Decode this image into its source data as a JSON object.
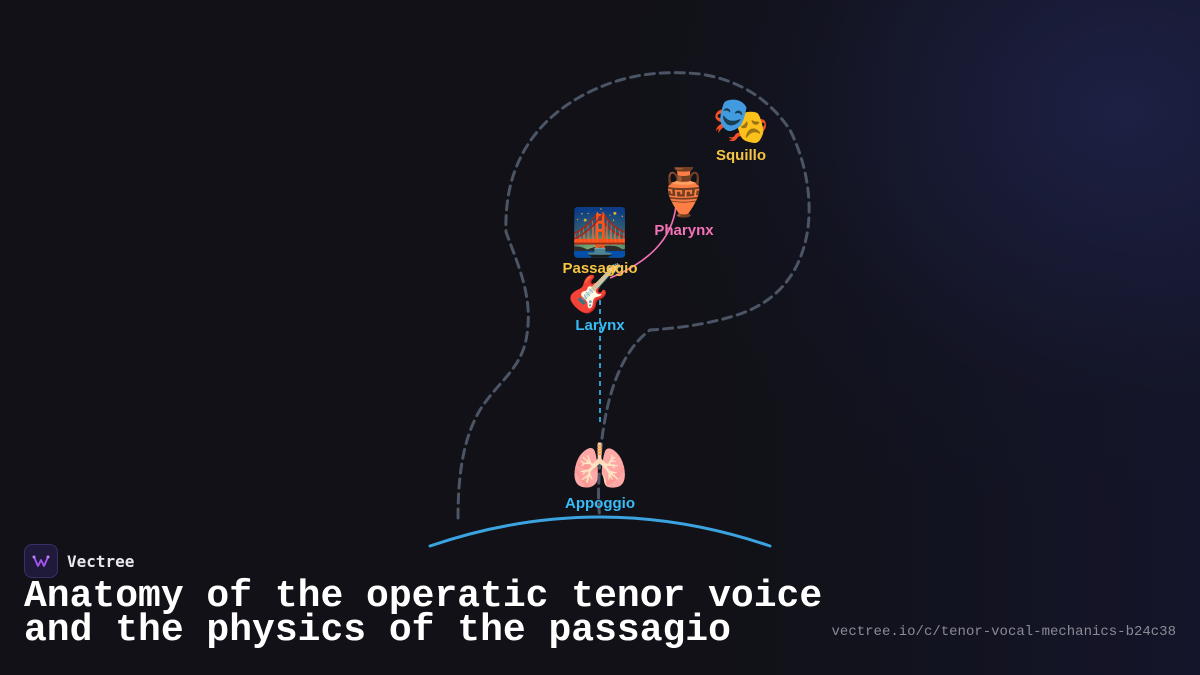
{
  "diagram": {
    "nodes": [
      {
        "id": "squillo",
        "icon": "performing-arts-masks",
        "emoji": "🎭",
        "label": "Squillo",
        "color": "#f5c542"
      },
      {
        "id": "pharynx",
        "icon": "amphora",
        "emoji": "🏺",
        "label": "Pharynx",
        "color": "#f472b6"
      },
      {
        "id": "passaggio",
        "icon": "bridge-at-night",
        "emoji": "🌉",
        "label": "Passaggio",
        "color": "#f5c542"
      },
      {
        "id": "larynx",
        "icon": "guitar",
        "emoji": "🎸",
        "label": "Larynx",
        "color": "#38bdf8"
      },
      {
        "id": "appoggio",
        "icon": "lungs",
        "emoji": "🫁",
        "label": "Appoggio",
        "color": "#38bdf8"
      }
    ],
    "colors": {
      "head_outline": "#4b5565",
      "larynx_link": "#38bdf8",
      "pharynx_link": "#f472b6",
      "diaphragm_arc": "#3ba4e0"
    }
  },
  "brand": {
    "name": "Vectree"
  },
  "title": {
    "line1": "Anatomy of the operatic tenor voice",
    "line2": "and the physics of the passagio"
  },
  "url": "vectree.io/c/tenor-vocal-mechanics-b24c38"
}
